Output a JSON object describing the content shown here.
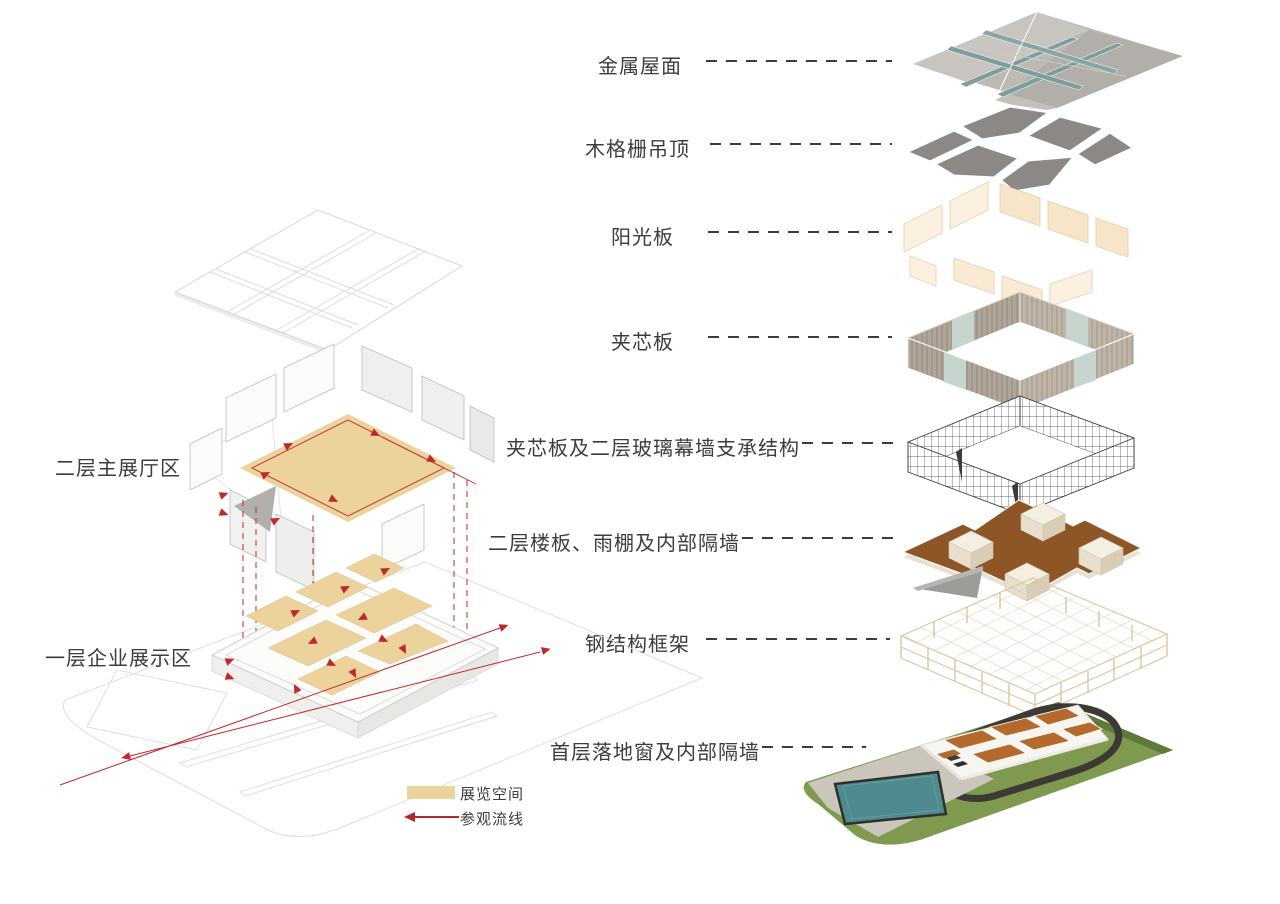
{
  "left_view": {
    "floor2_label": "二层主展厅区",
    "floor1_label": "一层企业展示区",
    "legend": {
      "exhibition": {
        "label": "展览空间",
        "color": "#ecd29b"
      },
      "circulation": {
        "label": "参观流线",
        "color": "#c1272d"
      }
    }
  },
  "layers": [
    {
      "id": "metal-roof",
      "label": "金属屋面"
    },
    {
      "id": "wood-grille-ceiling",
      "label": "木格栅吊顶"
    },
    {
      "id": "polycarbonate-panel",
      "label": "阳光板"
    },
    {
      "id": "sandwich-panel",
      "label": "夹芯板"
    },
    {
      "id": "sandwich-panel-and-curtain-wall-support",
      "label": "夹芯板及二层玻璃幕墙支承结构"
    },
    {
      "id": "floor2-slab-canopy-partitions",
      "label": "二层楼板、雨棚及内部隔墙"
    },
    {
      "id": "steel-frame",
      "label": "钢结构框架"
    },
    {
      "id": "ground-floor-glazing-partitions",
      "label": "首层落地窗及内部隔墙"
    }
  ],
  "colors": {
    "label_text": "#3c3c3c",
    "leader_dash": "#3c3c3c",
    "circulation_red": "#c1272d",
    "exhibition_tan": "#ecd29b",
    "metal_roof_gray": "#bdbab4",
    "skylight_teal": "#7e9e99",
    "wood_grille_gray": "#8b8886",
    "polycarbonate_cream": "#fbf0df",
    "sandwich_tan": "#b3a89b",
    "sandwich_teal": "#c6d6cf",
    "slab_brown": "#8e5526",
    "steel_cream": "#d4c79e",
    "lawn_green": "#7f9a4f",
    "road_dark": "#3b3a35",
    "pool_teal": "#4e8a90",
    "plaza_gray": "#cac6bc",
    "interior_orange": "#b46a2c"
  }
}
